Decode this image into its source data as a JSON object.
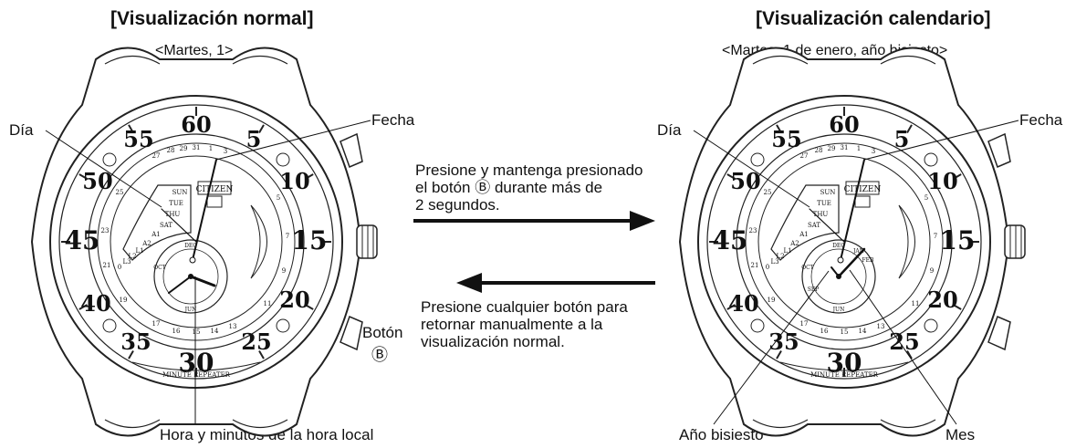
{
  "left": {
    "title": "[Visualización normal]",
    "subtitle": "<Martes, 1>",
    "label_day": "Día",
    "label_date": "Fecha",
    "label_button": "Botón",
    "label_button_symbol": "Ⓑ",
    "label_time": "Hora y minutos de la hora local"
  },
  "right": {
    "title": "[Visualización calendario]",
    "subtitle": "<Martes, 1 de enero, año bisiesto>",
    "label_day": "Día",
    "label_date": "Fecha",
    "label_leap": "Año bisiesto",
    "label_month": "Mes"
  },
  "middle": {
    "instruction_forward": "Presione y mantenga presionado\nel botón Ⓑ durante más de\n2 segundos.",
    "instruction_back": "Presione cualquier botón para\nretornar manualmente a la\nvisualización normal."
  },
  "watch": {
    "brand": "CITIZEN",
    "repeater": "MINUTE REPEATER",
    "minute_numbers": [
      "60",
      "5",
      "10",
      "15",
      "20",
      "25",
      "30",
      "35",
      "40",
      "45",
      "50",
      "55"
    ],
    "day_labels": [
      "SUN",
      "TUE",
      "THU",
      "SAT",
      "A1",
      "A2",
      "L1",
      "L2",
      "L3",
      "0"
    ],
    "month_labels": [
      "DEC",
      "JAN",
      "FEB",
      "JUN",
      "SEP",
      "OCT"
    ],
    "date_labels": [
      "28",
      "29",
      "31",
      "1",
      "3",
      "27",
      "25",
      "23",
      "21",
      "19",
      "17",
      "16",
      "15",
      "14",
      "13",
      "11",
      "9",
      "7",
      "5"
    ]
  }
}
